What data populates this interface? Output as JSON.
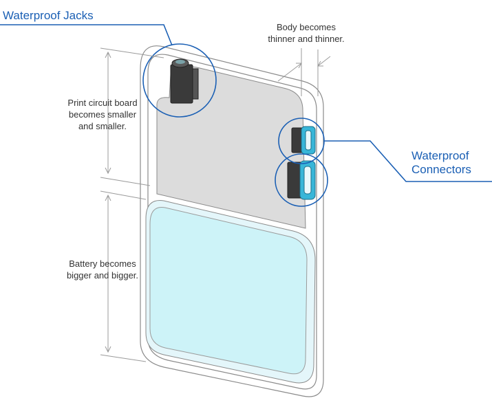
{
  "labels": {
    "waterproof_jacks": "Waterproof Jacks",
    "waterproof_connectors_line1": "Waterproof",
    "waterproof_connectors_line2": "Connectors",
    "body_line1": "Body becomes",
    "body_line2": "thinner and thinner.",
    "pcb_line1": "Print circuit board",
    "pcb_line2": "becomes smaller",
    "pcb_line3": "and smaller.",
    "battery_line1": "Battery becomes",
    "battery_line2": "bigger and bigger."
  },
  "colors": {
    "callout_blue": "#1a5fb4",
    "outline_gray": "#8a8a8a",
    "board_gray": "#dcdcdc",
    "battery_cyan": "#cdf3f8",
    "connector_blue": "#38b6d8"
  }
}
